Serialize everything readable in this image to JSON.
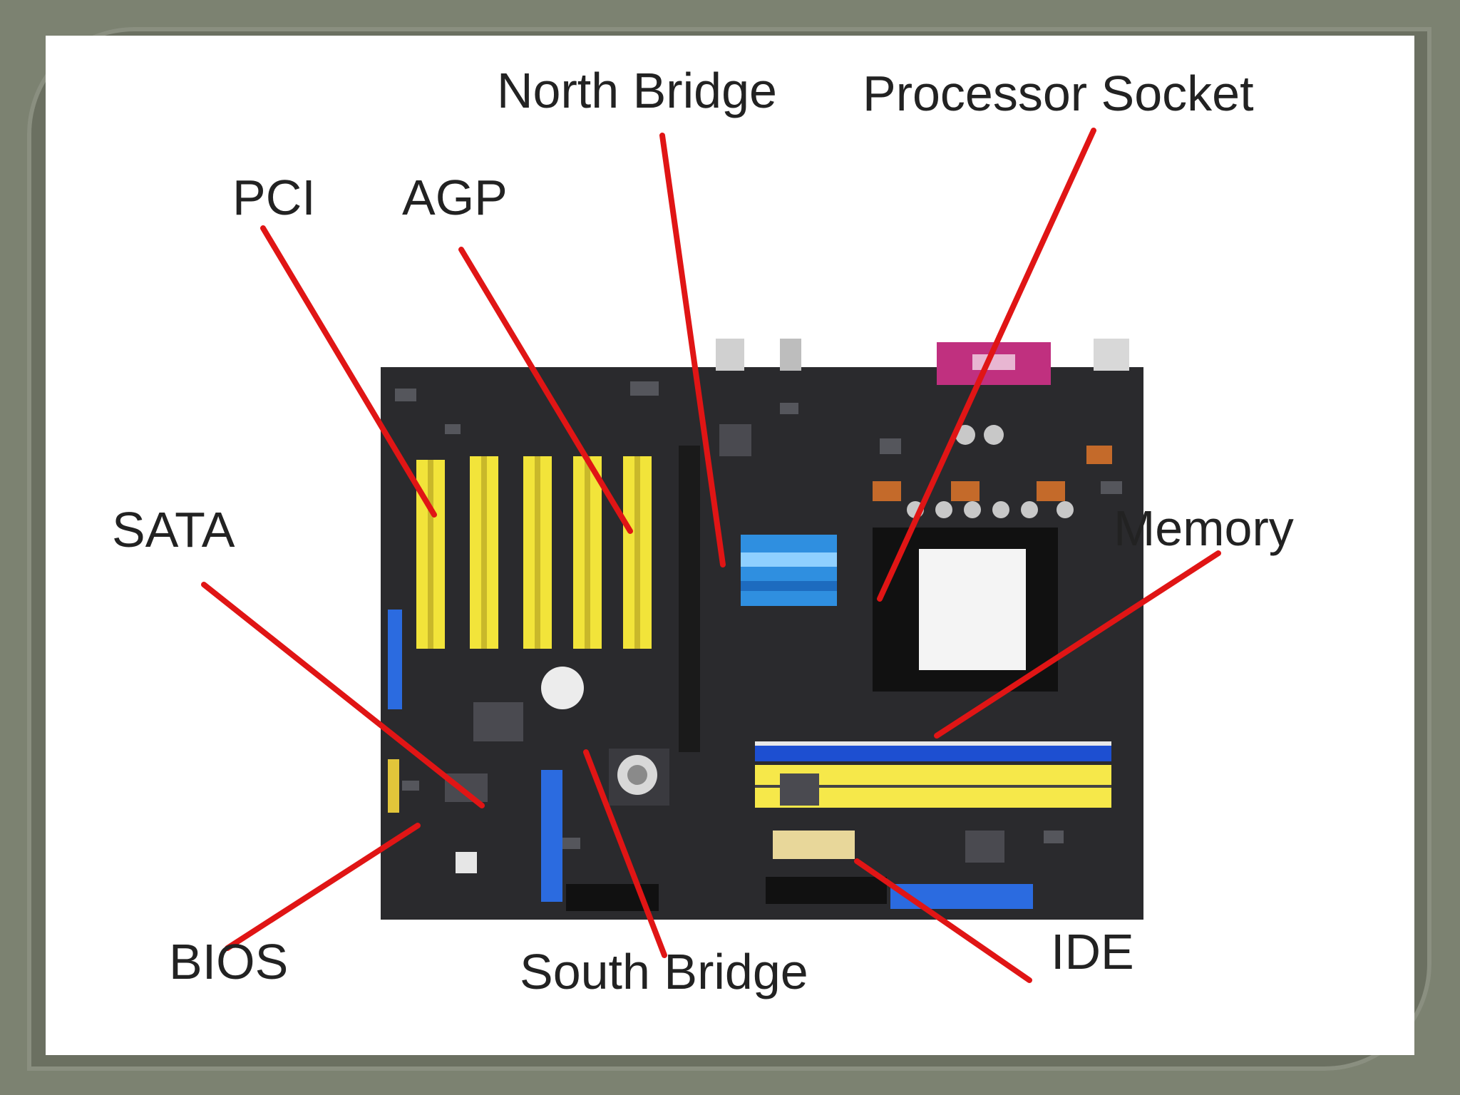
{
  "slide": {
    "labels": {
      "north_bridge": "North Bridge",
      "processor_socket": "Processor Socket",
      "pci": "PCI",
      "agp": "AGP",
      "sata": "SATA",
      "memory": "Memory",
      "bios": "BIOS",
      "south_bridge": "South Bridge",
      "ide": "IDE"
    }
  },
  "colors": {
    "leader_line": "#e01515",
    "board": "#2a2a2d",
    "pci_slot": "#f2e43a",
    "agp_slot": "#1f1f1f",
    "ram_blue": "#1d4fd1",
    "ram_yellow": "#f6e84a",
    "north_bridge_heatsink": "#2f8fe0",
    "ide_connector": "#2b6be0",
    "parallel_port": "#c0307f"
  }
}
